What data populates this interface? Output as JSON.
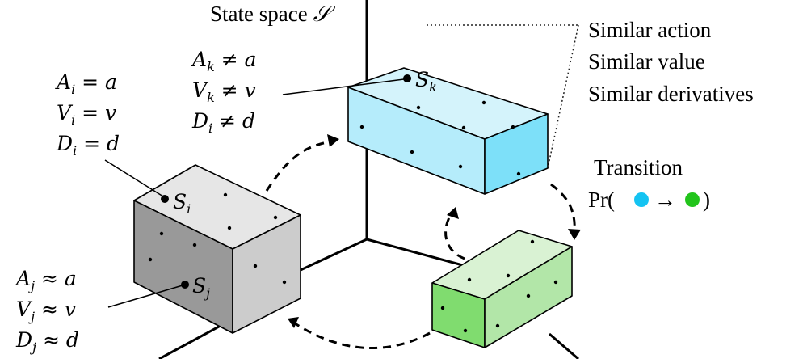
{
  "axis_title": {
    "text": "State space ",
    "symbol": "𝒮"
  },
  "legend": {
    "lines": [
      "Similar action",
      "Similar value",
      "Similar derivatives"
    ]
  },
  "transition": {
    "title": "Transition",
    "formula_prefix": "Pr(",
    "arrow": "→",
    "formula_suffix": ")"
  },
  "state_labels": {
    "s_i": {
      "main": "S",
      "sub": "i"
    },
    "s_j": {
      "main": "S",
      "sub": "j"
    },
    "s_k": {
      "main": "S",
      "sub": "k"
    }
  },
  "annotations": {
    "block_i": [
      {
        "var": "A",
        "sub": "i",
        "rel": "=",
        "val": "a"
      },
      {
        "var": "V",
        "sub": "i",
        "rel": "=",
        "val": "v"
      },
      {
        "var": "D",
        "sub": "i",
        "rel": "=",
        "val": "d"
      }
    ],
    "block_j": [
      {
        "var": "A",
        "sub": "j",
        "rel": "≈",
        "val": "a"
      },
      {
        "var": "V",
        "sub": "j",
        "rel": "≈",
        "val": "v"
      },
      {
        "var": "D",
        "sub": "j",
        "rel": "≈",
        "val": "d"
      }
    ],
    "block_k": [
      {
        "var": "A",
        "sub": "k",
        "rel": "≠",
        "val": "a"
      },
      {
        "var": "V",
        "sub": "k",
        "rel": "≠",
        "val": "v"
      },
      {
        "var": "D",
        "sub": "i",
        "rel": "≠",
        "val": "d"
      }
    ]
  },
  "colors": {
    "gray_top": "#e6e6e6",
    "gray_left": "#999999",
    "gray_right": "#cccccc",
    "blue_top": "#d4f3fb",
    "blue_left": "#b5ecfb",
    "blue_right": "#7de0f9",
    "green_top": "#d9f2d3",
    "green_left": "#80dc6f",
    "green_right": "#b2e6a8",
    "cyan_dot": "#14c3f2",
    "green_dot": "#22c41b"
  }
}
